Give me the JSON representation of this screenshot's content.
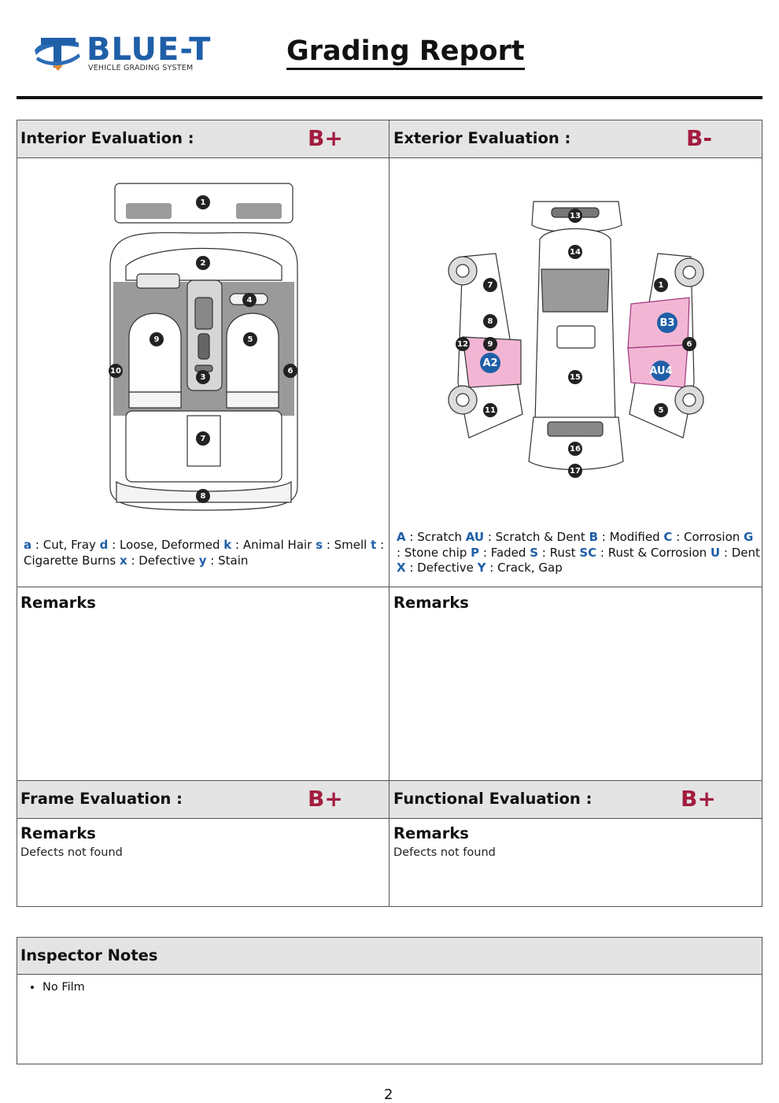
{
  "header": {
    "logo_word": "BLUE-T",
    "logo_sub": "VEHICLE GRADING SYSTEM",
    "title": "Grading Report"
  },
  "interior": {
    "label": "Interior Evaluation :",
    "grade": "B+",
    "markers": [
      "1",
      "2",
      "3",
      "4",
      "5",
      "6",
      "7",
      "8",
      "9",
      "10"
    ],
    "legend": [
      {
        "code": "a",
        "text": " : Cut, Fray "
      },
      {
        "code": "d",
        "text": " : Loose, Deformed "
      },
      {
        "code": "k",
        "text": " : Animal Hair "
      },
      {
        "code": "s",
        "text": " : Smell "
      },
      {
        "code": "t",
        "text": " : Cigarette Burns "
      },
      {
        "code": "x",
        "text": " : Defective "
      },
      {
        "code": "y",
        "text": " : Stain"
      }
    ],
    "remarks_label": "Remarks"
  },
  "exterior": {
    "label": "Exterior Evaluation :",
    "grade": "B-",
    "markers": [
      "1",
      "5",
      "6",
      "7",
      "8",
      "9",
      "11",
      "12",
      "13",
      "14",
      "15",
      "16",
      "17"
    ],
    "damage_markers": [
      "A2",
      "B3",
      "AU4"
    ],
    "legend": [
      {
        "code": "A",
        "text": " : Scratch "
      },
      {
        "code": "AU",
        "text": " : Scratch & Dent "
      },
      {
        "code": "B",
        "text": " : Modified "
      },
      {
        "code": "C",
        "text": " : Corrosion "
      },
      {
        "code": "G",
        "text": " : Stone chip "
      },
      {
        "code": "P",
        "text": " : Faded "
      },
      {
        "code": "S",
        "text": " : Rust "
      },
      {
        "code": "SC",
        "text": " : Rust & Corrosion "
      },
      {
        "code": "U",
        "text": " : Dent "
      },
      {
        "code": "X",
        "text": " : Defective "
      },
      {
        "code": "Y",
        "text": " : Crack, Gap"
      }
    ],
    "remarks_label": "Remarks",
    "damage_color": "#f2b6d4"
  },
  "frame": {
    "label": "Frame Evaluation :",
    "grade": "B+",
    "remarks_label": "Remarks",
    "remarks_text": "Defects not found"
  },
  "functional": {
    "label": "Functional Evaluation :",
    "grade": "B+",
    "remarks_label": "Remarks",
    "remarks_text": "Defects not found"
  },
  "inspector": {
    "label": "Inspector Notes",
    "notes": [
      "No Film"
    ]
  },
  "footer": {
    "page_number": "2"
  },
  "colors": {
    "grade": "#a21d3f",
    "legend_code": "#1f5fa8",
    "header_bg": "#e4e4e4",
    "damage_marker": "#1f5fa8"
  }
}
